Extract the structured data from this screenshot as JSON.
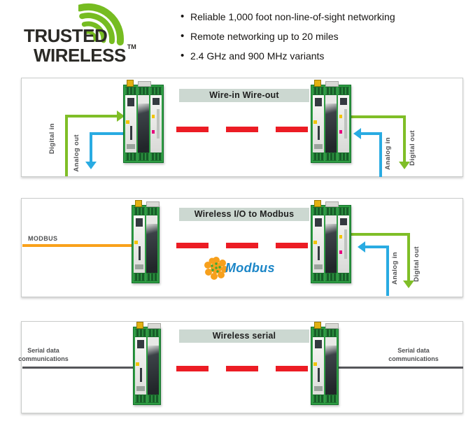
{
  "header": {
    "logo": {
      "line1": "TRUSTED",
      "line2": "WIRELESS",
      "trademark": "TM"
    },
    "bullets": [
      "Reliable 1,000 foot non-line-of-sight networking",
      "Remote networking up to 20 miles",
      "2.4 GHz and 900 MHz variants"
    ]
  },
  "panels": [
    {
      "title": "Wire-in Wire-out",
      "left_device_green_label": "Digital in",
      "left_device_blue_label": "Analog out",
      "right_device_green_label": "Digital out",
      "right_device_blue_label": "Analog in"
    },
    {
      "title": "Wireless I/O to Modbus",
      "bus_label": "MODBUS",
      "modbus_logo_text": "Modbus",
      "right_device_green_label": "Digital out",
      "right_device_blue_label": "Analog in"
    },
    {
      "title": "Wireless serial",
      "left_label_line1": "Serial data",
      "left_label_line2": "communications",
      "right_label_line1": "Serial data",
      "right_label_line2": "communications"
    }
  ],
  "colors": {
    "brand_green": "#76bc21",
    "arrow_green": "#7fbe27",
    "arrow_blue": "#29abe2",
    "wireless_red": "#ec1c24",
    "modbus_orange": "#f9a11b",
    "serial_gray": "#55565a",
    "chip_background": "#ccd8d1",
    "device_green": "#2f9e44",
    "modbus_text_blue": "#1c86c7"
  }
}
